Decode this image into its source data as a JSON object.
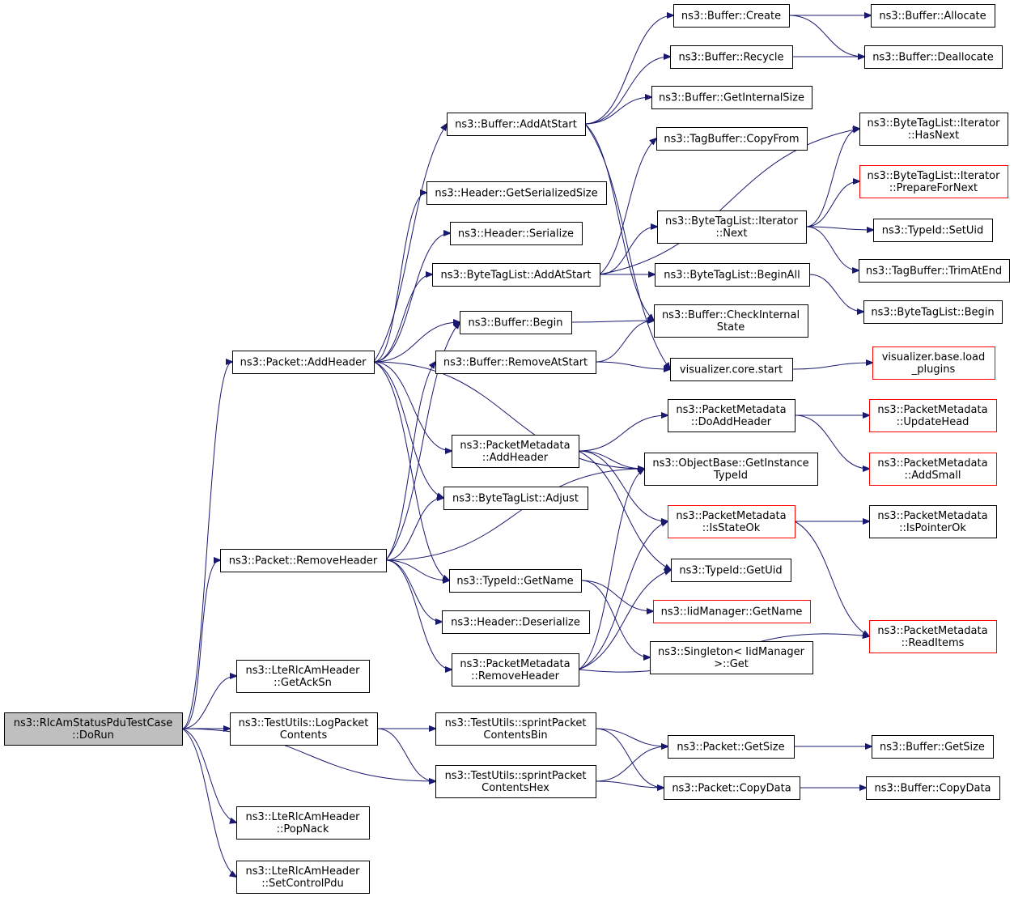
{
  "colors": {
    "edge": "#191970",
    "node_border": "#000000",
    "truncated_node_border": "#ff0000",
    "root_fill": "#bfbfbf",
    "node_fill": "#ffffff"
  },
  "nodes": {
    "root": {
      "lines": [
        "ns3::RlcAmStatusPduTestCase",
        "::DoRun"
      ],
      "style": "root"
    },
    "addHeader": {
      "lines": [
        "ns3::Packet::AddHeader"
      ]
    },
    "removeHeader": {
      "lines": [
        "ns3::Packet::RemoveHeader"
      ]
    },
    "getAckSn": {
      "lines": [
        "ns3::LteRlcAmHeader",
        "::GetAckSn"
      ]
    },
    "logPacket": {
      "lines": [
        "ns3::TestUtils::LogPacket",
        "Contents"
      ]
    },
    "popNack": {
      "lines": [
        "ns3::LteRlcAmHeader",
        "::PopNack"
      ]
    },
    "setControlPdu": {
      "lines": [
        "ns3::LteRlcAmHeader",
        "::SetControlPdu"
      ]
    },
    "bufAddAtStart": {
      "lines": [
        "ns3::Buffer::AddAtStart"
      ]
    },
    "hdrGetSerSize": {
      "lines": [
        "ns3::Header::GetSerializedSize"
      ]
    },
    "hdrSerialize": {
      "lines": [
        "ns3::Header::Serialize"
      ]
    },
    "btlAddAtStart": {
      "lines": [
        "ns3::ByteTagList::AddAtStart"
      ]
    },
    "bufBegin": {
      "lines": [
        "ns3::Buffer::Begin"
      ]
    },
    "bufRemoveAtStart": {
      "lines": [
        "ns3::Buffer::RemoveAtStart"
      ]
    },
    "pmAddHeader": {
      "lines": [
        "ns3::PacketMetadata",
        "::AddHeader"
      ]
    },
    "btlAdjust": {
      "lines": [
        "ns3::ByteTagList::Adjust"
      ]
    },
    "typeIdGetName": {
      "lines": [
        "ns3::TypeId::GetName"
      ]
    },
    "hdrDeserialize": {
      "lines": [
        "ns3::Header::Deserialize"
      ]
    },
    "pmRemoveHeader": {
      "lines": [
        "ns3::PacketMetadata",
        "::RemoveHeader"
      ]
    },
    "sprintBin": {
      "lines": [
        "ns3::TestUtils::sprintPacket",
        "ContentsBin"
      ]
    },
    "sprintHex": {
      "lines": [
        "ns3::TestUtils::sprintPacket",
        "ContentsHex"
      ]
    },
    "bufCreate": {
      "lines": [
        "ns3::Buffer::Create"
      ]
    },
    "bufRecycle": {
      "lines": [
        "ns3::Buffer::Recycle"
      ]
    },
    "bufGetInternalSize": {
      "lines": [
        "ns3::Buffer::GetInternalSize"
      ]
    },
    "tagBufCopyFrom": {
      "lines": [
        "ns3::TagBuffer::CopyFrom"
      ]
    },
    "btlIterNext": {
      "lines": [
        "ns3::ByteTagList::Iterator",
        "::Next"
      ]
    },
    "btlBeginAll": {
      "lines": [
        "ns3::ByteTagList::BeginAll"
      ]
    },
    "bufCheckInternal": {
      "lines": [
        "ns3::Buffer::CheckInternal",
        "State"
      ]
    },
    "vizStart": {
      "lines": [
        "visualizer.core.start"
      ]
    },
    "pmDoAddHeader": {
      "lines": [
        "ns3::PacketMetadata",
        "::DoAddHeader"
      ]
    },
    "objGetInstTypeId": {
      "lines": [
        "ns3::ObjectBase::GetInstance",
        "TypeId"
      ]
    },
    "pmIsStateOk": {
      "lines": [
        "ns3::PacketMetadata",
        "::IsStateOk"
      ],
      "style": "red"
    },
    "typeIdGetUid": {
      "lines": [
        "ns3::TypeId::GetUid"
      ]
    },
    "iidGetName": {
      "lines": [
        "ns3::IidManager::GetName"
      ],
      "style": "red"
    },
    "singletonGet": {
      "lines": [
        "ns3::Singleton< IidManager",
        ">::Get"
      ]
    },
    "pktGetSize": {
      "lines": [
        "ns3::Packet::GetSize"
      ]
    },
    "pktCopyData": {
      "lines": [
        "ns3::Packet::CopyData"
      ]
    },
    "bufAllocate": {
      "lines": [
        "ns3::Buffer::Allocate"
      ]
    },
    "bufDeallocate": {
      "lines": [
        "ns3::Buffer::Deallocate"
      ]
    },
    "btlIterHasNext": {
      "lines": [
        "ns3::ByteTagList::Iterator",
        "::HasNext"
      ]
    },
    "btlIterPrepare": {
      "lines": [
        "ns3::ByteTagList::Iterator",
        "::PrepareForNext"
      ],
      "style": "red"
    },
    "typeIdSetUid": {
      "lines": [
        "ns3::TypeId::SetUid"
      ]
    },
    "tagBufTrimAtEnd": {
      "lines": [
        "ns3::TagBuffer::TrimAtEnd"
      ]
    },
    "btlBegin": {
      "lines": [
        "ns3::ByteTagList::Begin"
      ]
    },
    "vizLoadPlugins": {
      "lines": [
        "visualizer.base.load",
        "_plugins"
      ],
      "style": "red"
    },
    "pmUpdateHead": {
      "lines": [
        "ns3::PacketMetadata",
        "::UpdateHead"
      ],
      "style": "red"
    },
    "pmAddSmall": {
      "lines": [
        "ns3::PacketMetadata",
        "::AddSmall"
      ],
      "style": "red"
    },
    "pmIsPointerOk": {
      "lines": [
        "ns3::PacketMetadata",
        "::IsPointerOk"
      ]
    },
    "pmReadItems": {
      "lines": [
        "ns3::PacketMetadata",
        "::ReadItems"
      ],
      "style": "red"
    },
    "bufGetSize": {
      "lines": [
        "ns3::Buffer::GetSize"
      ]
    },
    "bufCopyData": {
      "lines": [
        "ns3::Buffer::CopyData"
      ]
    }
  },
  "edges": [
    [
      "root",
      "addHeader"
    ],
    [
      "root",
      "removeHeader"
    ],
    [
      "root",
      "getAckSn"
    ],
    [
      "root",
      "logPacket"
    ],
    [
      "root",
      "sprintHex"
    ],
    [
      "root",
      "popNack"
    ],
    [
      "root",
      "setControlPdu"
    ],
    [
      "addHeader",
      "bufAddAtStart"
    ],
    [
      "addHeader",
      "hdrGetSerSize"
    ],
    [
      "addHeader",
      "hdrSerialize"
    ],
    [
      "addHeader",
      "btlAddAtStart"
    ],
    [
      "addHeader",
      "bufBegin"
    ],
    [
      "addHeader",
      "pmAddHeader"
    ],
    [
      "addHeader",
      "btlAdjust"
    ],
    [
      "addHeader",
      "typeIdGetName"
    ],
    [
      "addHeader",
      "objGetInstTypeId"
    ],
    [
      "removeHeader",
      "bufBegin"
    ],
    [
      "removeHeader",
      "bufRemoveAtStart"
    ],
    [
      "removeHeader",
      "btlAdjust"
    ],
    [
      "removeHeader",
      "typeIdGetName"
    ],
    [
      "removeHeader",
      "hdrDeserialize"
    ],
    [
      "removeHeader",
      "pmRemoveHeader"
    ],
    [
      "removeHeader",
      "objGetInstTypeId"
    ],
    [
      "logPacket",
      "sprintBin"
    ],
    [
      "logPacket",
      "sprintHex"
    ],
    [
      "bufAddAtStart",
      "bufCreate"
    ],
    [
      "bufAddAtStart",
      "bufRecycle"
    ],
    [
      "bufAddAtStart",
      "bufGetInternalSize"
    ],
    [
      "bufAddAtStart",
      "bufCheckInternal"
    ],
    [
      "bufAddAtStart",
      "vizStart"
    ],
    [
      "btlAddAtStart",
      "tagBufCopyFrom"
    ],
    [
      "btlAddAtStart",
      "btlIterHasNext"
    ],
    [
      "btlAddAtStart",
      "btlIterNext"
    ],
    [
      "btlAddAtStart",
      "btlBeginAll"
    ],
    [
      "bufBegin",
      "bufCheckInternal"
    ],
    [
      "bufRemoveAtStart",
      "bufCheckInternal"
    ],
    [
      "bufRemoveAtStart",
      "vizStart"
    ],
    [
      "pmAddHeader",
      "pmDoAddHeader"
    ],
    [
      "pmAddHeader",
      "objGetInstTypeId"
    ],
    [
      "pmAddHeader",
      "pmIsStateOk"
    ],
    [
      "pmAddHeader",
      "typeIdGetUid"
    ],
    [
      "typeIdGetName",
      "iidGetName"
    ],
    [
      "typeIdGetName",
      "singletonGet"
    ],
    [
      "pmRemoveHeader",
      "objGetInstTypeId"
    ],
    [
      "pmRemoveHeader",
      "pmIsStateOk"
    ],
    [
      "pmRemoveHeader",
      "typeIdGetUid"
    ],
    [
      "pmRemoveHeader",
      "pmReadItems"
    ],
    [
      "sprintBin",
      "pktGetSize"
    ],
    [
      "sprintBin",
      "pktCopyData"
    ],
    [
      "sprintHex",
      "pktGetSize"
    ],
    [
      "sprintHex",
      "pktCopyData"
    ],
    [
      "bufCreate",
      "bufAllocate"
    ],
    [
      "bufCreate",
      "bufDeallocate"
    ],
    [
      "bufRecycle",
      "bufDeallocate"
    ],
    [
      "btlIterNext",
      "btlIterHasNext"
    ],
    [
      "btlIterNext",
      "btlIterPrepare"
    ],
    [
      "btlIterNext",
      "typeIdSetUid"
    ],
    [
      "btlIterNext",
      "tagBufTrimAtEnd"
    ],
    [
      "btlBeginAll",
      "btlBegin"
    ],
    [
      "vizStart",
      "vizLoadPlugins"
    ],
    [
      "pmDoAddHeader",
      "pmUpdateHead"
    ],
    [
      "pmDoAddHeader",
      "pmAddSmall"
    ],
    [
      "pmIsStateOk",
      "pmIsPointerOk"
    ],
    [
      "pmIsStateOk",
      "pmReadItems"
    ],
    [
      "pktGetSize",
      "bufGetSize"
    ],
    [
      "pktCopyData",
      "bufCopyData"
    ]
  ]
}
